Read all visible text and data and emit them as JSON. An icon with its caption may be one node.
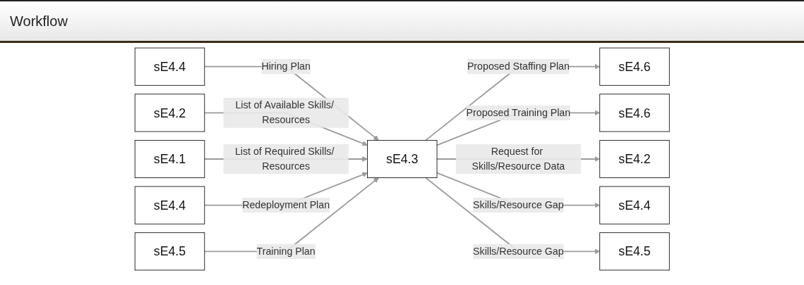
{
  "diagram": {
    "title": "Workflow",
    "nodes": [
      {
        "text": [
          "sE4.4"
        ]
      },
      {
        "text": [
          "sE4.2"
        ]
      },
      {
        "text": [
          "sE4.1"
        ]
      },
      {
        "text": [
          "sE4.4"
        ]
      },
      {
        "text": [
          "sE4.5"
        ]
      },
      {
        "text": [
          "sE4.3"
        ]
      },
      {
        "text": [
          "sE4.6"
        ]
      },
      {
        "text": [
          "sE4.6"
        ]
      },
      {
        "text": [
          "sE4.2"
        ]
      },
      {
        "text": [
          "sE4.4"
        ]
      },
      {
        "text": [
          "sE4.5"
        ]
      }
    ],
    "edges": [
      {
        "from": 0,
        "to": 5,
        "arrow": "to",
        "label": "Hiring Plan"
      },
      {
        "from": 1,
        "to": 5,
        "arrow": "to",
        "label": "List of Available Skills/ Resources"
      },
      {
        "from": 2,
        "to": 5,
        "arrow": "to",
        "label": "List of Required Skills/ Resources"
      },
      {
        "from": 3,
        "to": 5,
        "arrow": "to",
        "label": "Redeployment Plan"
      },
      {
        "from": 4,
        "to": 5,
        "arrow": "to",
        "label": "Training Plan"
      },
      {
        "from": 5,
        "to": 6,
        "arrow": "to",
        "label": "Proposed Staffing Plan"
      },
      {
        "from": 5,
        "to": 7,
        "arrow": "to",
        "label": "Proposed Training Plan"
      },
      {
        "from": 5,
        "to": 8,
        "arrow": "to",
        "label": "Request for Skills/Resource Data"
      },
      {
        "from": 5,
        "to": 9,
        "arrow": "to",
        "label": "Skills/Resource Gap"
      },
      {
        "from": 5,
        "to": 10,
        "arrow": "to",
        "label": "Skills/Resource Gap"
      }
    ]
  }
}
